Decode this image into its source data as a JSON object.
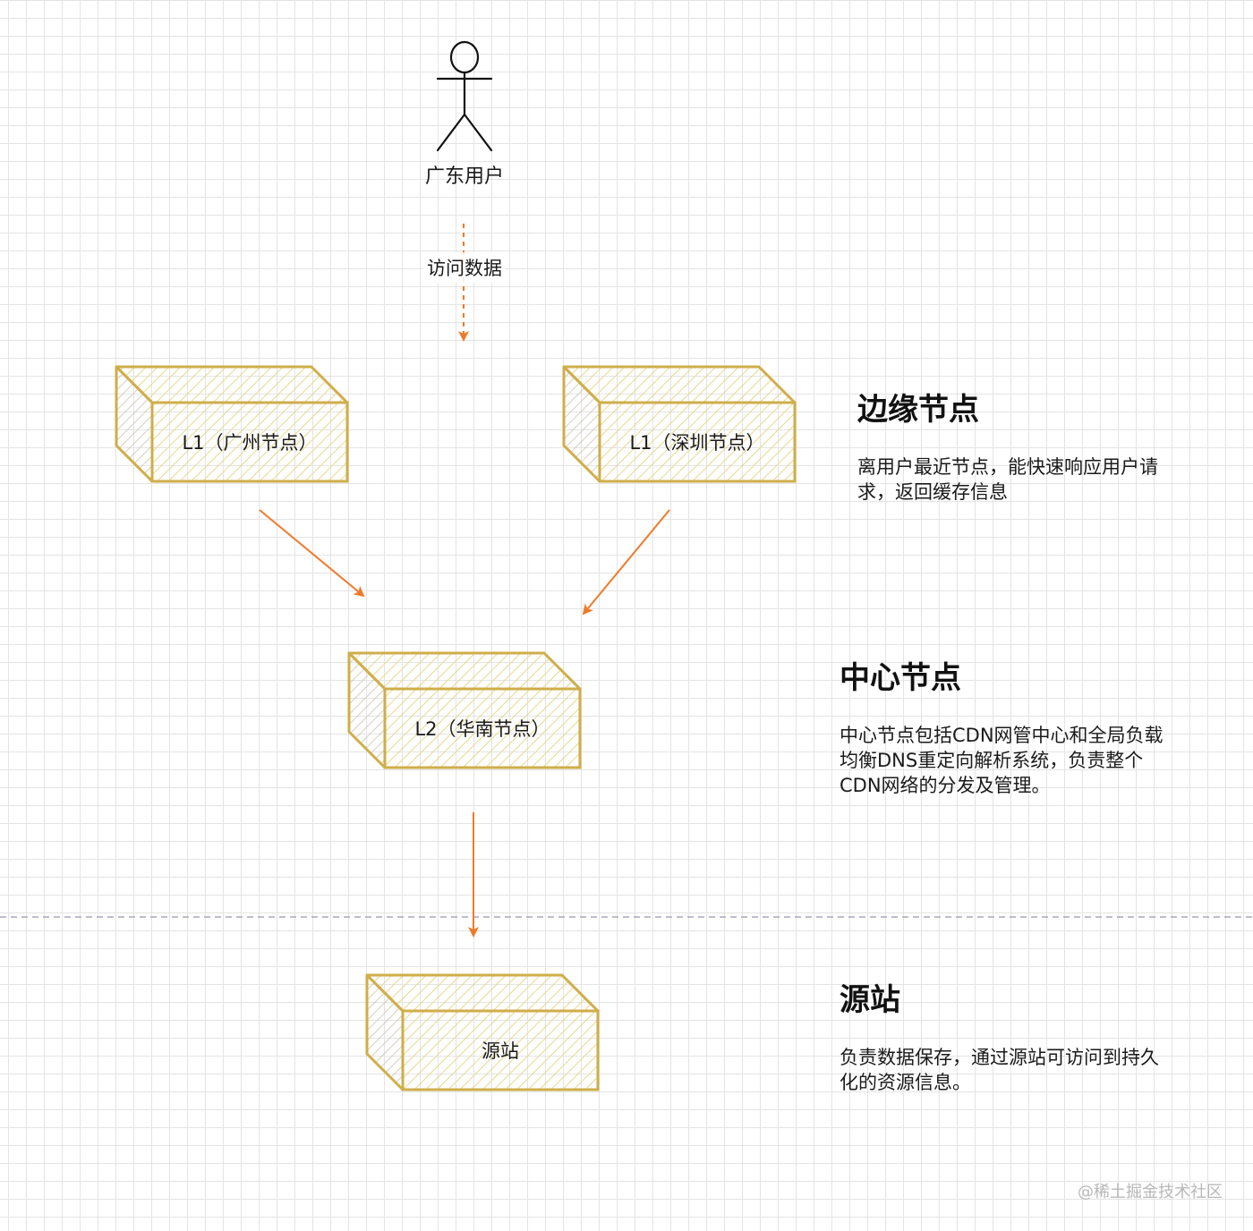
{
  "user": {
    "label": "广东用户"
  },
  "flow": {
    "access_label": "访问数据"
  },
  "nodes": {
    "l1_guangzhou": "L1（广州节点）",
    "l1_shenzhen": "L1（深圳节点）",
    "l2_huanan": "L2（华南节点）",
    "origin": "源站"
  },
  "sections": {
    "edge": {
      "title": "边缘节点",
      "desc": "离用户最近节点，能快速响应用户请求，返回缓存信息"
    },
    "center": {
      "title": "中心节点",
      "desc": "中心节点包括CDN网管中心和全局负载均衡DNS重定向解析系统，负责整个CDN网络的分发及管理。"
    },
    "origin": {
      "title": "源站",
      "desc": "负责数据保存，通过源站可访问到持久化的资源信息。"
    }
  },
  "watermark": "@稀土掘金技术社区",
  "colors": {
    "box_stroke": "#cfae4a",
    "box_hatch": "#e6d48a",
    "arrow": "#f07a28",
    "divider": "#a9a9b8",
    "figure": "#111111"
  }
}
